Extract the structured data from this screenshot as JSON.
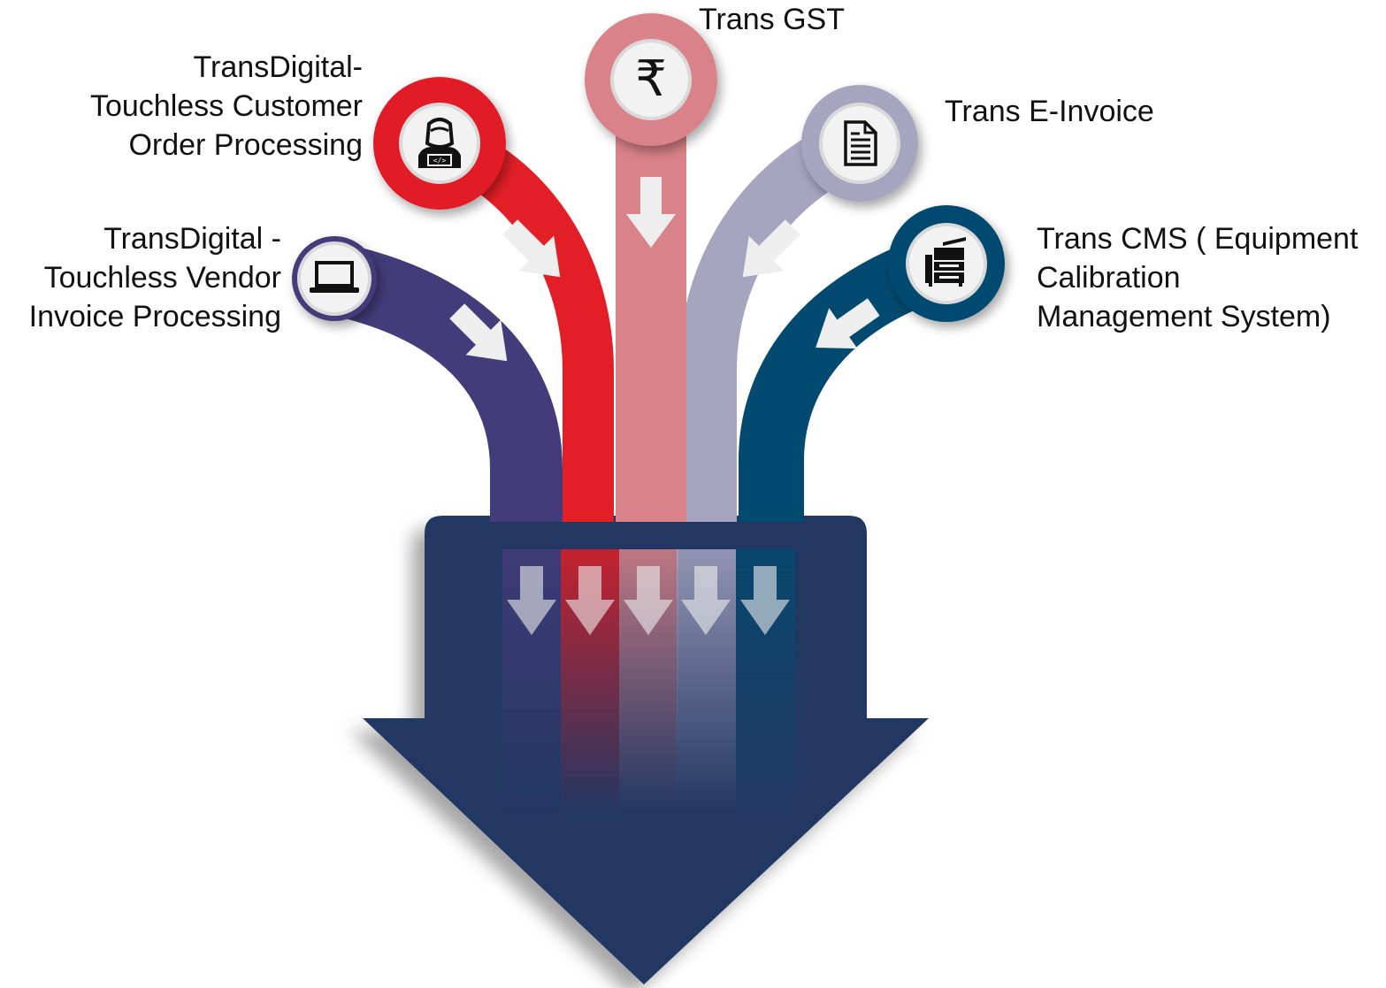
{
  "diagram": {
    "colors": {
      "background": "#ffffff",
      "main_arrow": "#243863",
      "vendor": "#443b7a",
      "customer": "#e21f26",
      "gst": "#d98289",
      "einvoice": "#a7a4c0",
      "cms": "#034a70",
      "icon_circle": "#f2f2f2",
      "mini_arrow": "#eeeeee"
    },
    "branches": [
      {
        "id": "vendor",
        "label_lines": [
          "TransDigital -",
          "Touchless Vendor",
          "Invoice Processing"
        ],
        "icon": "laptop-icon"
      },
      {
        "id": "customer",
        "label_lines": [
          "TransDigital-",
          "Touchless Customer",
          "Order Processing"
        ],
        "icon": "developer-icon"
      },
      {
        "id": "gst",
        "label_lines": [
          "Trans GST"
        ],
        "icon": "rupee-icon"
      },
      {
        "id": "einvoice",
        "label_lines": [
          "Trans E-Invoice"
        ],
        "icon": "document-icon"
      },
      {
        "id": "cms",
        "label_lines": [
          "Trans CMS ( Equipment",
          "Calibration",
          "Management System)"
        ],
        "icon": "printer-icon"
      }
    ]
  }
}
